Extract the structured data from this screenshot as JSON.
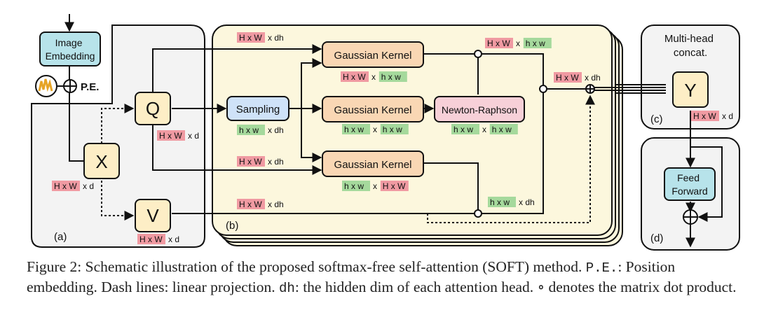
{
  "colors": {
    "panel_yellow": "#fcf7dd",
    "panel_gray": "#f3f3f3",
    "block_yellow": "#fdeec6",
    "kernel_orange": "#f9d7b4",
    "sampling_blue": "#cfe2f8",
    "newton_pink": "#f7d0d8",
    "embed_teal": "#b7e3ea",
    "tag_red": "#f09aa2",
    "tag_green": "#a5d99c"
  },
  "diagram": {
    "image_embedding": "Image Embedding",
    "pe": "P.E.",
    "x_block": "X",
    "q_block": "Q",
    "v_block": "V",
    "y_block": "Y",
    "sampling": "Sampling",
    "kernel_1": "Gaussian Kernel",
    "kernel_2": "Gaussian Kernel",
    "kernel_3": "Gaussian Kernel",
    "newton": "Newton-Raphson",
    "multi_head": "Multi-head concat.",
    "feed_forward": "Feed Forward",
    "label_a": "(a)",
    "label_b": "(b)",
    "label_c": "(c)",
    "label_d": "(d)",
    "dims": {
      "hw": "H x W",
      "hw_small": "h x w",
      "x": "x",
      "xd": "x d",
      "xdh": "x dh"
    }
  },
  "caption": {
    "p1": "Figure 2: Schematic illustration of the proposed softmax-free self-attention (SOFT) method. ",
    "pe_mono": "P.E.",
    "p2": ": Position embedding. Dash lines: linear projection. ",
    "dh_mono": "dh",
    "p3": ": the hidden dim of each attention head. ∘ denotes the matrix dot product."
  }
}
